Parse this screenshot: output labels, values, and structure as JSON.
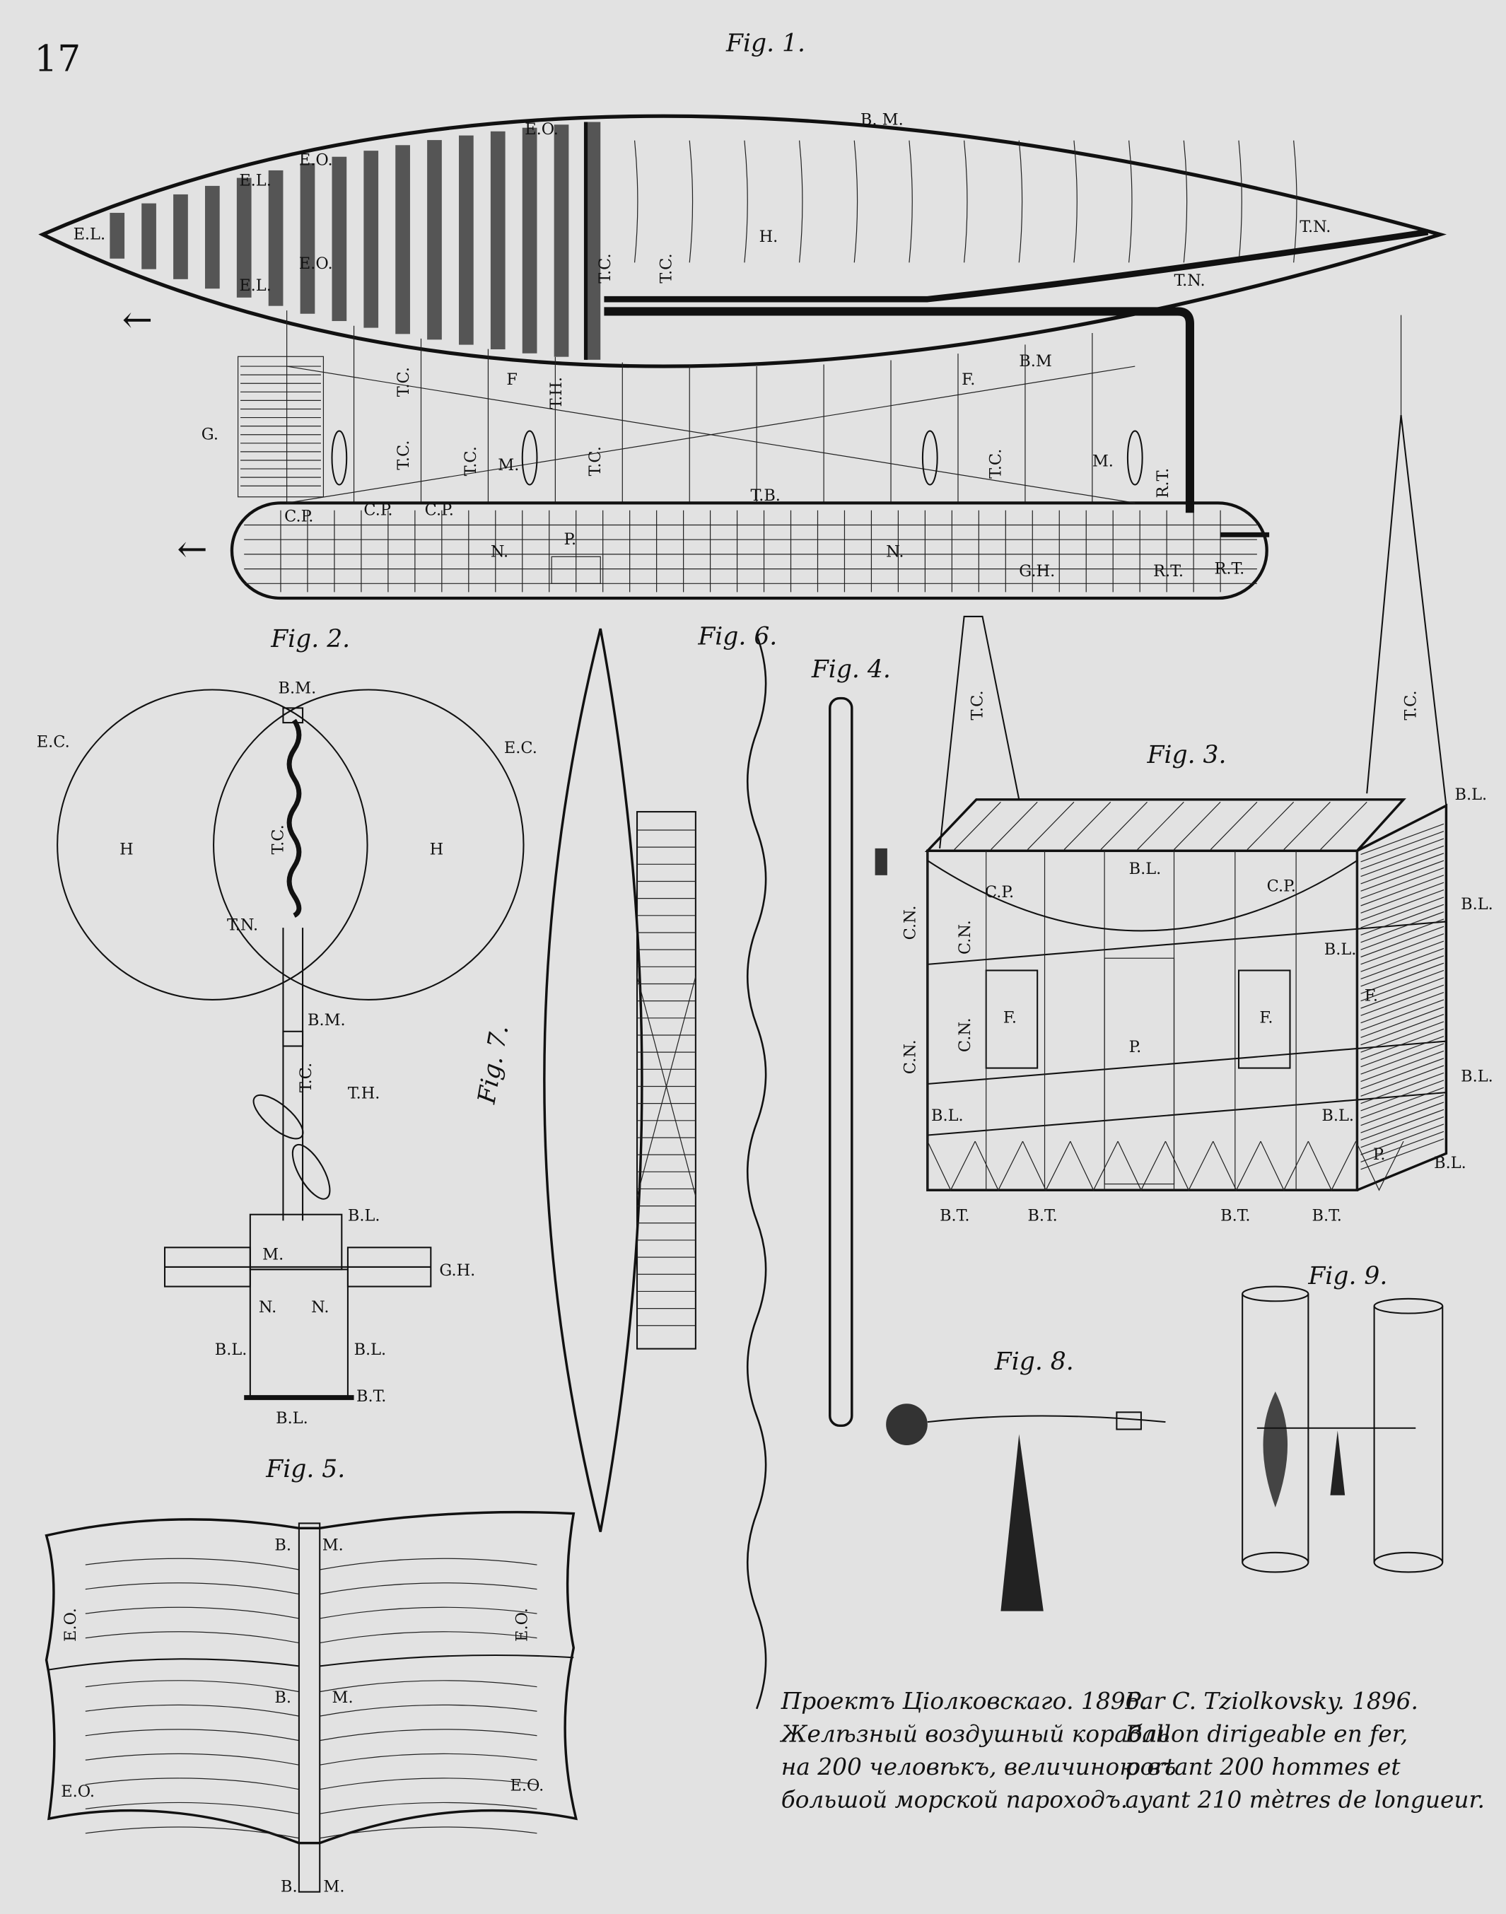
{
  "page_number": "17",
  "fig1": {
    "title": "Fig. 1.",
    "labels": [
      "B. M.",
      "E.L.",
      "E.L.",
      "E.L.",
      "E.O.",
      "E.O.",
      "H.",
      "T.C.",
      "T.C.",
      "T.N.",
      "T.N.",
      "G.",
      "T.C.",
      "T.C.",
      "T.C.",
      "T.C.",
      "F",
      "T.H.",
      "M.",
      "F.",
      "B.M",
      "M.",
      "T.C.",
      "R.T.",
      "T.B.",
      "C.P.",
      "C.P.",
      "C.P.",
      "N.",
      "P.",
      "N.",
      "G.H.",
      "R.T.",
      "R.T.",
      "E.O."
    ],
    "arrows": [
      "←",
      "←"
    ]
  },
  "fig2": {
    "title": "Fig. 2.",
    "labels": [
      "B.M.",
      "E.C.",
      "E.C.",
      "H",
      "H",
      "T.C.",
      "T.N.",
      "B.M.",
      "T.C.",
      "T.H.",
      "B.L.",
      "M.",
      "G.H.",
      "N.",
      "N.",
      "B.L.",
      "B.L.",
      "B.T.",
      "B.L."
    ]
  },
  "fig3": {
    "title": "Fig. 3.",
    "labels": [
      "T.C.",
      "T.C.",
      "B.L.",
      "B.L.",
      "B.L.",
      "B.L.",
      "B.L.",
      "B.L.",
      "B.L.",
      "B.L.",
      "C.P.",
      "C.P.",
      "C.N.",
      "C.N.",
      "C.N.",
      "C.N.",
      "F.",
      "F.",
      "F.",
      "P.",
      "B.T.",
      "B.T.",
      "B.T.",
      "B.T.",
      "P."
    ]
  },
  "fig4": {
    "title": "Fig. 4."
  },
  "fig5": {
    "title": "Fig. 5.",
    "labels": [
      "E.O.",
      "E.O.",
      "E.O.",
      "E.O.",
      "B.",
      "M.",
      "B.",
      "M.",
      "B.",
      "M."
    ]
  },
  "fig6": {
    "title": "Fig. 6."
  },
  "fig7": {
    "title": "Fig. 7."
  },
  "fig8": {
    "title": "Fig. 8."
  },
  "fig9": {
    "title": "Fig. 9."
  },
  "caption_ru": [
    "Проектъ Ціолковскаго. 1896.",
    "Желѣзный воздушный корабль",
    "на 200 человѣкъ, величиною въ",
    "большой морской пароходъ."
  ],
  "caption_fr": [
    "Par C. Tziolkovsky. 1896.",
    "Ballon dirigeable en fer,",
    "portant 200 hommes et",
    "ayant 210 mètres de longueur."
  ]
}
